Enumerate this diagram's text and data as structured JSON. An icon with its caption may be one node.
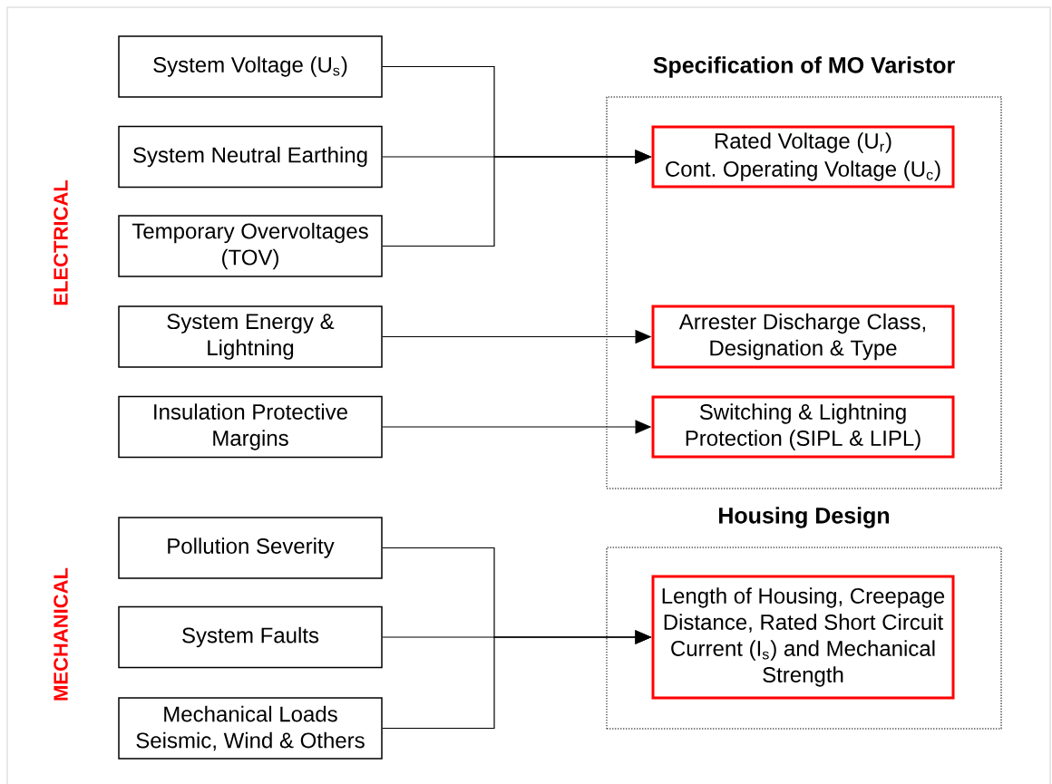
{
  "diagram": {
    "nodes": [
      {
        "text": [
          "System Voltage (U$_{s}$)"
        ]
      },
      {
        "text": [
          "System Neutral Earthing"
        ]
      },
      {
        "text": [
          "Temporary Overvoltages (TOV)"
        ]
      },
      {
        "text": [
          "System Energy & Lightning"
        ]
      },
      {
        "text": [
          "Insulation Protective Margins"
        ]
      },
      {
        "text": [
          "Pollution Severity"
        ]
      },
      {
        "text": [
          "System Faults"
        ]
      },
      {
        "text": [
          "Mechanical Loads Seismic, Wind & Others"
        ]
      },
      {
        "text": [
          "Specification of MO Varistor"
        ]
      },
      {
        "text": [
          "Rated Voltage (U$_{r}$)",
          "Cont. Operating Voltage (U$_{c}$)"
        ],
        "in": 8
      },
      {
        "text": [
          "Arrester Discharge Class, Designation & Type"
        ],
        "in": 8
      },
      {
        "text": [
          "Switching & Lightning Protection (SIPL & LIPL)"
        ],
        "in": 8
      },
      {
        "text": [
          "Housing Design"
        ]
      },
      {
        "text": [
          "Length of Housing, Creepage Distance, Rated Short Circuit Current (I$_{s}$) and Mechanical Strength"
        ],
        "in": 12
      }
    ],
    "edges": [
      {
        "from": 0,
        "to": 9,
        "arrow": "to"
      },
      {
        "from": 1,
        "to": 9,
        "arrow": "to"
      },
      {
        "from": 2,
        "to": 9,
        "arrow": "to"
      },
      {
        "from": 3,
        "to": 10,
        "arrow": "to"
      },
      {
        "from": 4,
        "to": 11,
        "arrow": "to"
      },
      {
        "from": 5,
        "to": 13,
        "arrow": "to"
      },
      {
        "from": 6,
        "to": 13,
        "arrow": "to"
      },
      {
        "from": 7,
        "to": 13,
        "arrow": "to"
      }
    ],
    "labels": [
      "ELECTRICAL",
      "MECHANICAL"
    ]
  }
}
